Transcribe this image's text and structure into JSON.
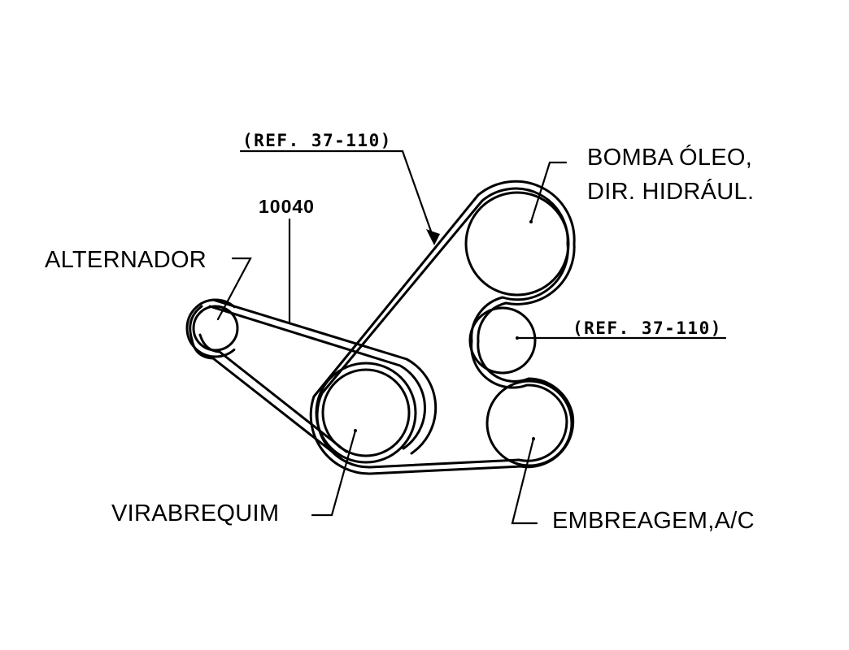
{
  "labels": {
    "pump": {
      "line1": "BOMBA ÓLEO,",
      "line2": "DIR. HIDRÁUL."
    },
    "ref_top": "(REF. 37-110)",
    "part_number": "10040",
    "alternator": "ALTERNADOR",
    "ref_idler": "(REF. 37-110)",
    "crankshaft": "VIRABREQUIM",
    "ac_clutch": "EMBREAGEM,A/C"
  },
  "colors": {
    "ink": "#000000",
    "background": "#ffffff"
  }
}
